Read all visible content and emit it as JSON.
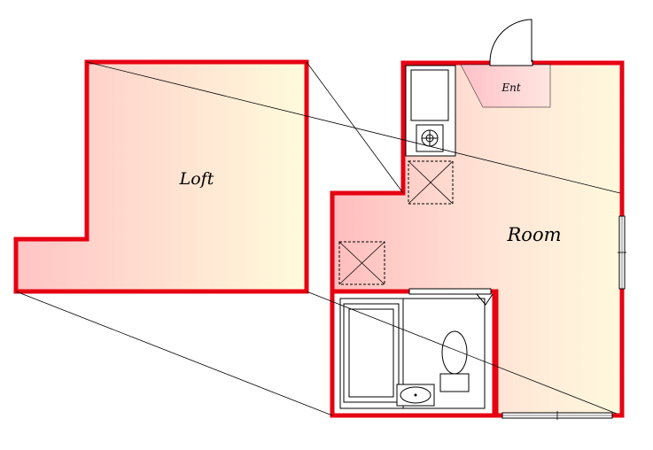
{
  "labels": {
    "loft": "Loft",
    "room": "Room",
    "entrance": "Ent"
  },
  "colors": {
    "wall": "#e60012",
    "fill_warm": "#ffc7c7",
    "fill_light": "#fff8dc",
    "line": "#000000"
  }
}
